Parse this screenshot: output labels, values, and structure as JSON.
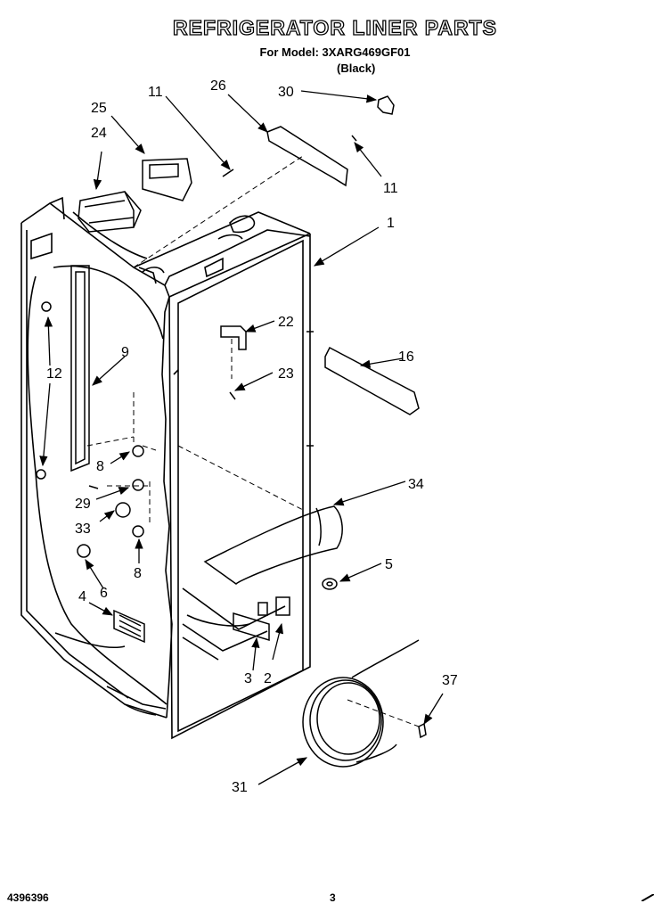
{
  "header": {
    "title": "REFRIGERATOR LINER PARTS",
    "model_line": "For Model: 3XARG469GF01",
    "color_note": "(Black)"
  },
  "footer": {
    "doc_number": "4396396",
    "page_number": "3"
  },
  "callouts": {
    "c1": "1",
    "c2": "2",
    "c3": "3",
    "c4": "4",
    "c5": "5",
    "c6": "6",
    "c8a": "8",
    "c8b": "8",
    "c9": "9",
    "c11a": "11",
    "c11b": "11",
    "c12": "12",
    "c16": "16",
    "c22": "22",
    "c23": "23",
    "c24": "24",
    "c25": "25",
    "c26": "26",
    "c29": "29",
    "c30": "30",
    "c31": "31",
    "c33": "33",
    "c34": "34",
    "c37": "37"
  }
}
